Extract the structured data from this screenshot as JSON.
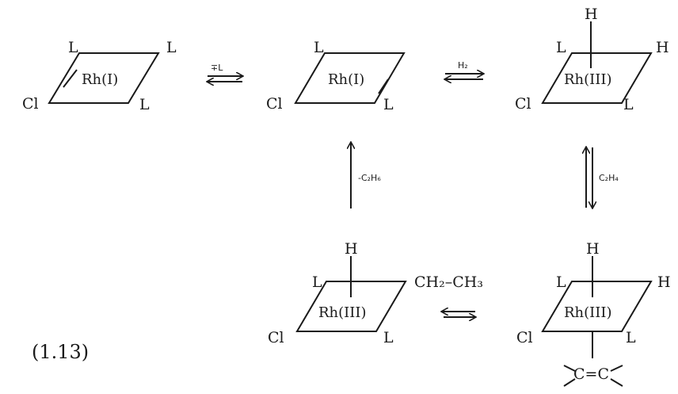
{
  "complexes": {
    "c1": {
      "metal": "Rh(I)",
      "l_top_left": "L",
      "l_top_right": "L",
      "cl": "Cl",
      "l_bottom": "L"
    },
    "c2": {
      "metal": "Rh(I)",
      "l_top": "L",
      "cl": "Cl",
      "l_bottom": "L"
    },
    "c3": {
      "metal": "Rh(III)",
      "h_top": "H",
      "l_left": "L",
      "h_right": "H",
      "cl": "Cl",
      "l_bottom": "L"
    },
    "c4": {
      "metal": "Rh(III)",
      "h_top": "H",
      "l_left": "L",
      "h_right": "H",
      "cl": "Cl",
      "l_bottom": "L",
      "olefin": "C=C"
    },
    "c5": {
      "metal": "Rh(III)",
      "h_top": "H",
      "l_left": "L",
      "ethyl": "CH₂–CH₃",
      "cl": "Cl",
      "l_bottom": "L"
    }
  },
  "arrows": {
    "a1_label": "∓L",
    "a2_label": "H₂",
    "a3_label": "C₂H₄",
    "a5_label": "-C₂H₆"
  },
  "equation_number": "(1.13)"
}
